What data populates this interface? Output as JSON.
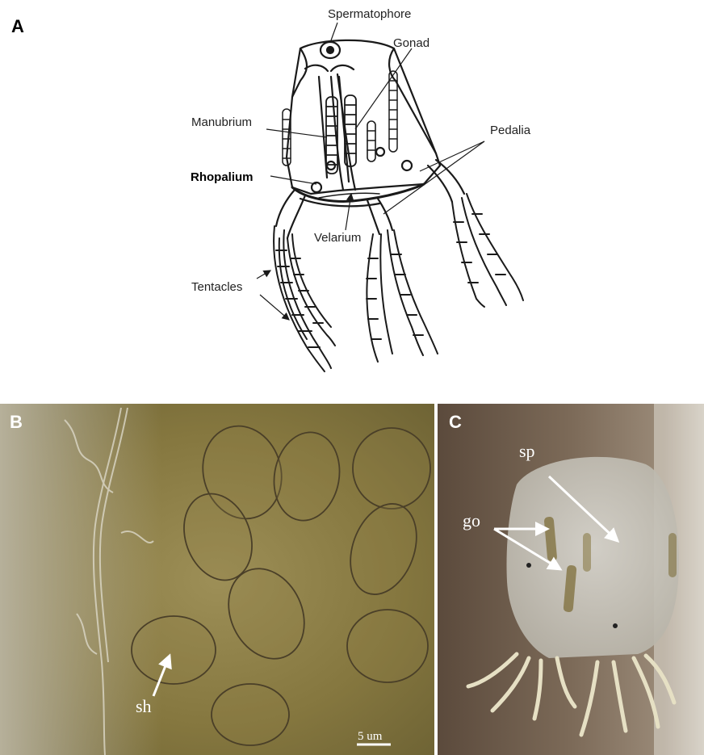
{
  "figure": {
    "panel_a": {
      "letter": "A",
      "labels": {
        "spermatophore": "Spermatophore",
        "gonad": "Gonad",
        "manubrium": "Manubrium",
        "pedalia": "Pedalia",
        "rhopalium": "Rhopalium",
        "velarium": "Velarium",
        "tentacles": "Tentacles"
      }
    },
    "panel_b": {
      "letter": "B",
      "labels": {
        "sh": "sh"
      },
      "scale_bar": "5 um"
    },
    "panel_c": {
      "letter": "C",
      "labels": {
        "sp": "sp",
        "go": "go"
      }
    }
  },
  "colors": {
    "photo_b_bg": "#8a7c48",
    "photo_c_bg": "#6e5f4e",
    "label_white": "#ffffff",
    "line_art": "#1a1a1a"
  }
}
